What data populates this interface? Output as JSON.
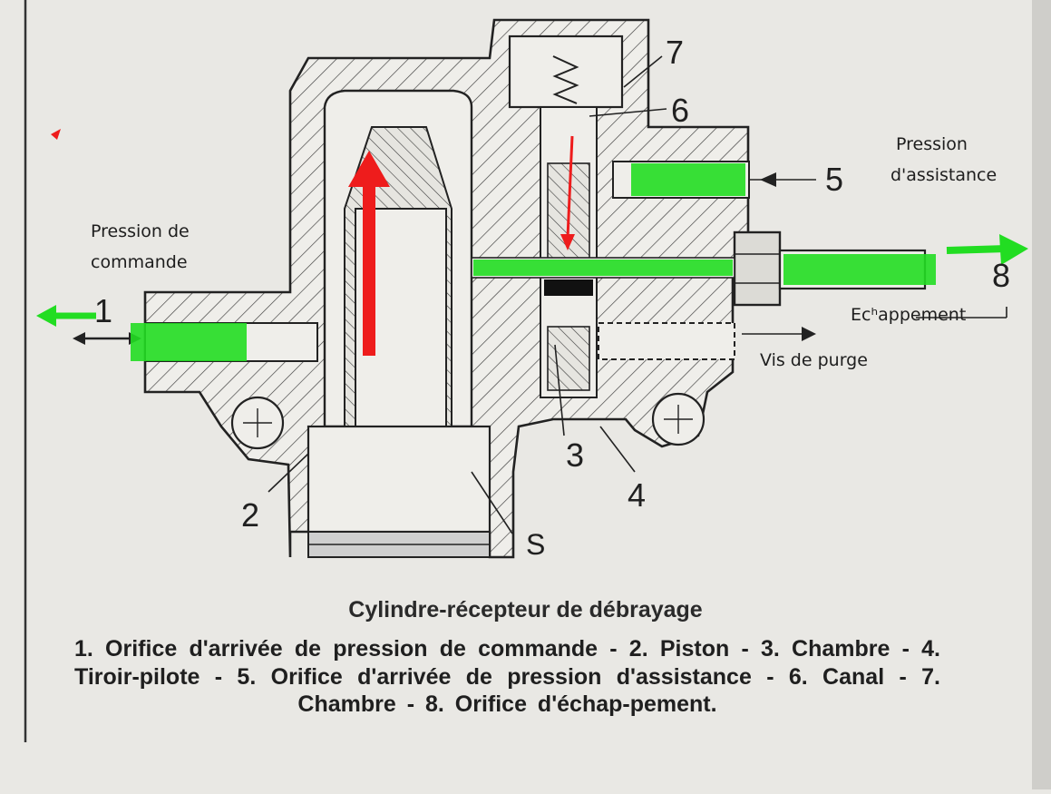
{
  "diagram": {
    "labels": {
      "pression_commande": [
        "Pression de",
        "commande"
      ],
      "pression_assistance": [
        "Pression",
        "d'assistance"
      ],
      "echappement": "Ecʰappement",
      "vis_de_purge": "Vis de purge",
      "s": "S"
    },
    "callouts": [
      "1",
      "2",
      "3",
      "4",
      "5",
      "6",
      "7",
      "8"
    ],
    "highlight_color": "#22dd22",
    "arrow_color": "#ee1c1c"
  },
  "caption": {
    "title": "Cylindre-récepteur de débrayage",
    "text": "1. Orifice d'arrivée de pression de commande - 2. Piston - 3. Chambre - 4. Tiroir-pilote - 5. Orifice d'arrivée de pression d'assistance - 6. Canal - 7. Chambre - 8. Orifice d'échap-pement."
  }
}
